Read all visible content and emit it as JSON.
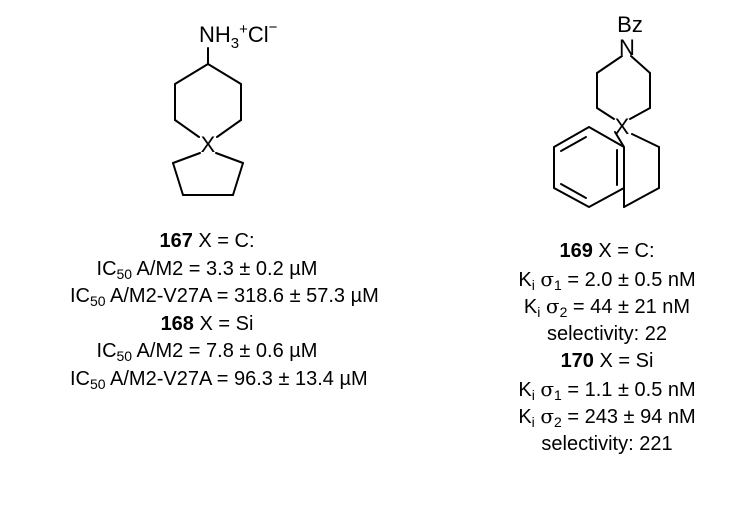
{
  "left": {
    "substituent": "NH",
    "sub3": "3",
    "plus": "+",
    "cl": "Cl",
    "minus": "−",
    "center_atom": "X",
    "lines": [
      {
        "bold": "167",
        "rest": " X = C:"
      },
      {
        "ic": "IC",
        "sub": "50",
        "text": " A/M2 = 3.3 ± 0.2 µM"
      },
      {
        "ic": "IC",
        "sub": "50",
        "text": " A/M2-V27A = 318.6 ± 57.3 µM"
      },
      {
        "bold": "168",
        "rest": " X = Si"
      },
      {
        "ic": "IC",
        "sub": "50",
        "text": " A/M2 = 7.8 ± 0.6 µM"
      },
      {
        "ic": "IC",
        "sub": "50",
        "text": " A/M2-V27A = 96.3 ± 13.4 µM"
      }
    ]
  },
  "right": {
    "bz": "Bz",
    "n": "N",
    "center_atom": "X",
    "lines": [
      {
        "bold": "169",
        "rest": " X = C:"
      },
      {
        "k": "K",
        "ksub": "i",
        "sigma": "σ",
        "sigsub": "1",
        "text": " = 2.0 ± 0.5 nM"
      },
      {
        "k": "K",
        "ksub": "i",
        "sigma": "σ",
        "sigsub": "2",
        "text": " = 44 ± 21 nM"
      },
      {
        "plain": "selectivity: 22"
      },
      {
        "bold": "170",
        "rest": " X = Si"
      },
      {
        "k": "K",
        "ksub": "i",
        "sigma": "σ",
        "sigsub": "1",
        "text": " = 1.1 ± 0.5 nM"
      },
      {
        "k": "K",
        "ksub": "i",
        "sigma": "σ",
        "sigsub": "2",
        "text": " = 243 ± 94 nM"
      },
      {
        "plain": "selectivity: 221"
      }
    ]
  }
}
